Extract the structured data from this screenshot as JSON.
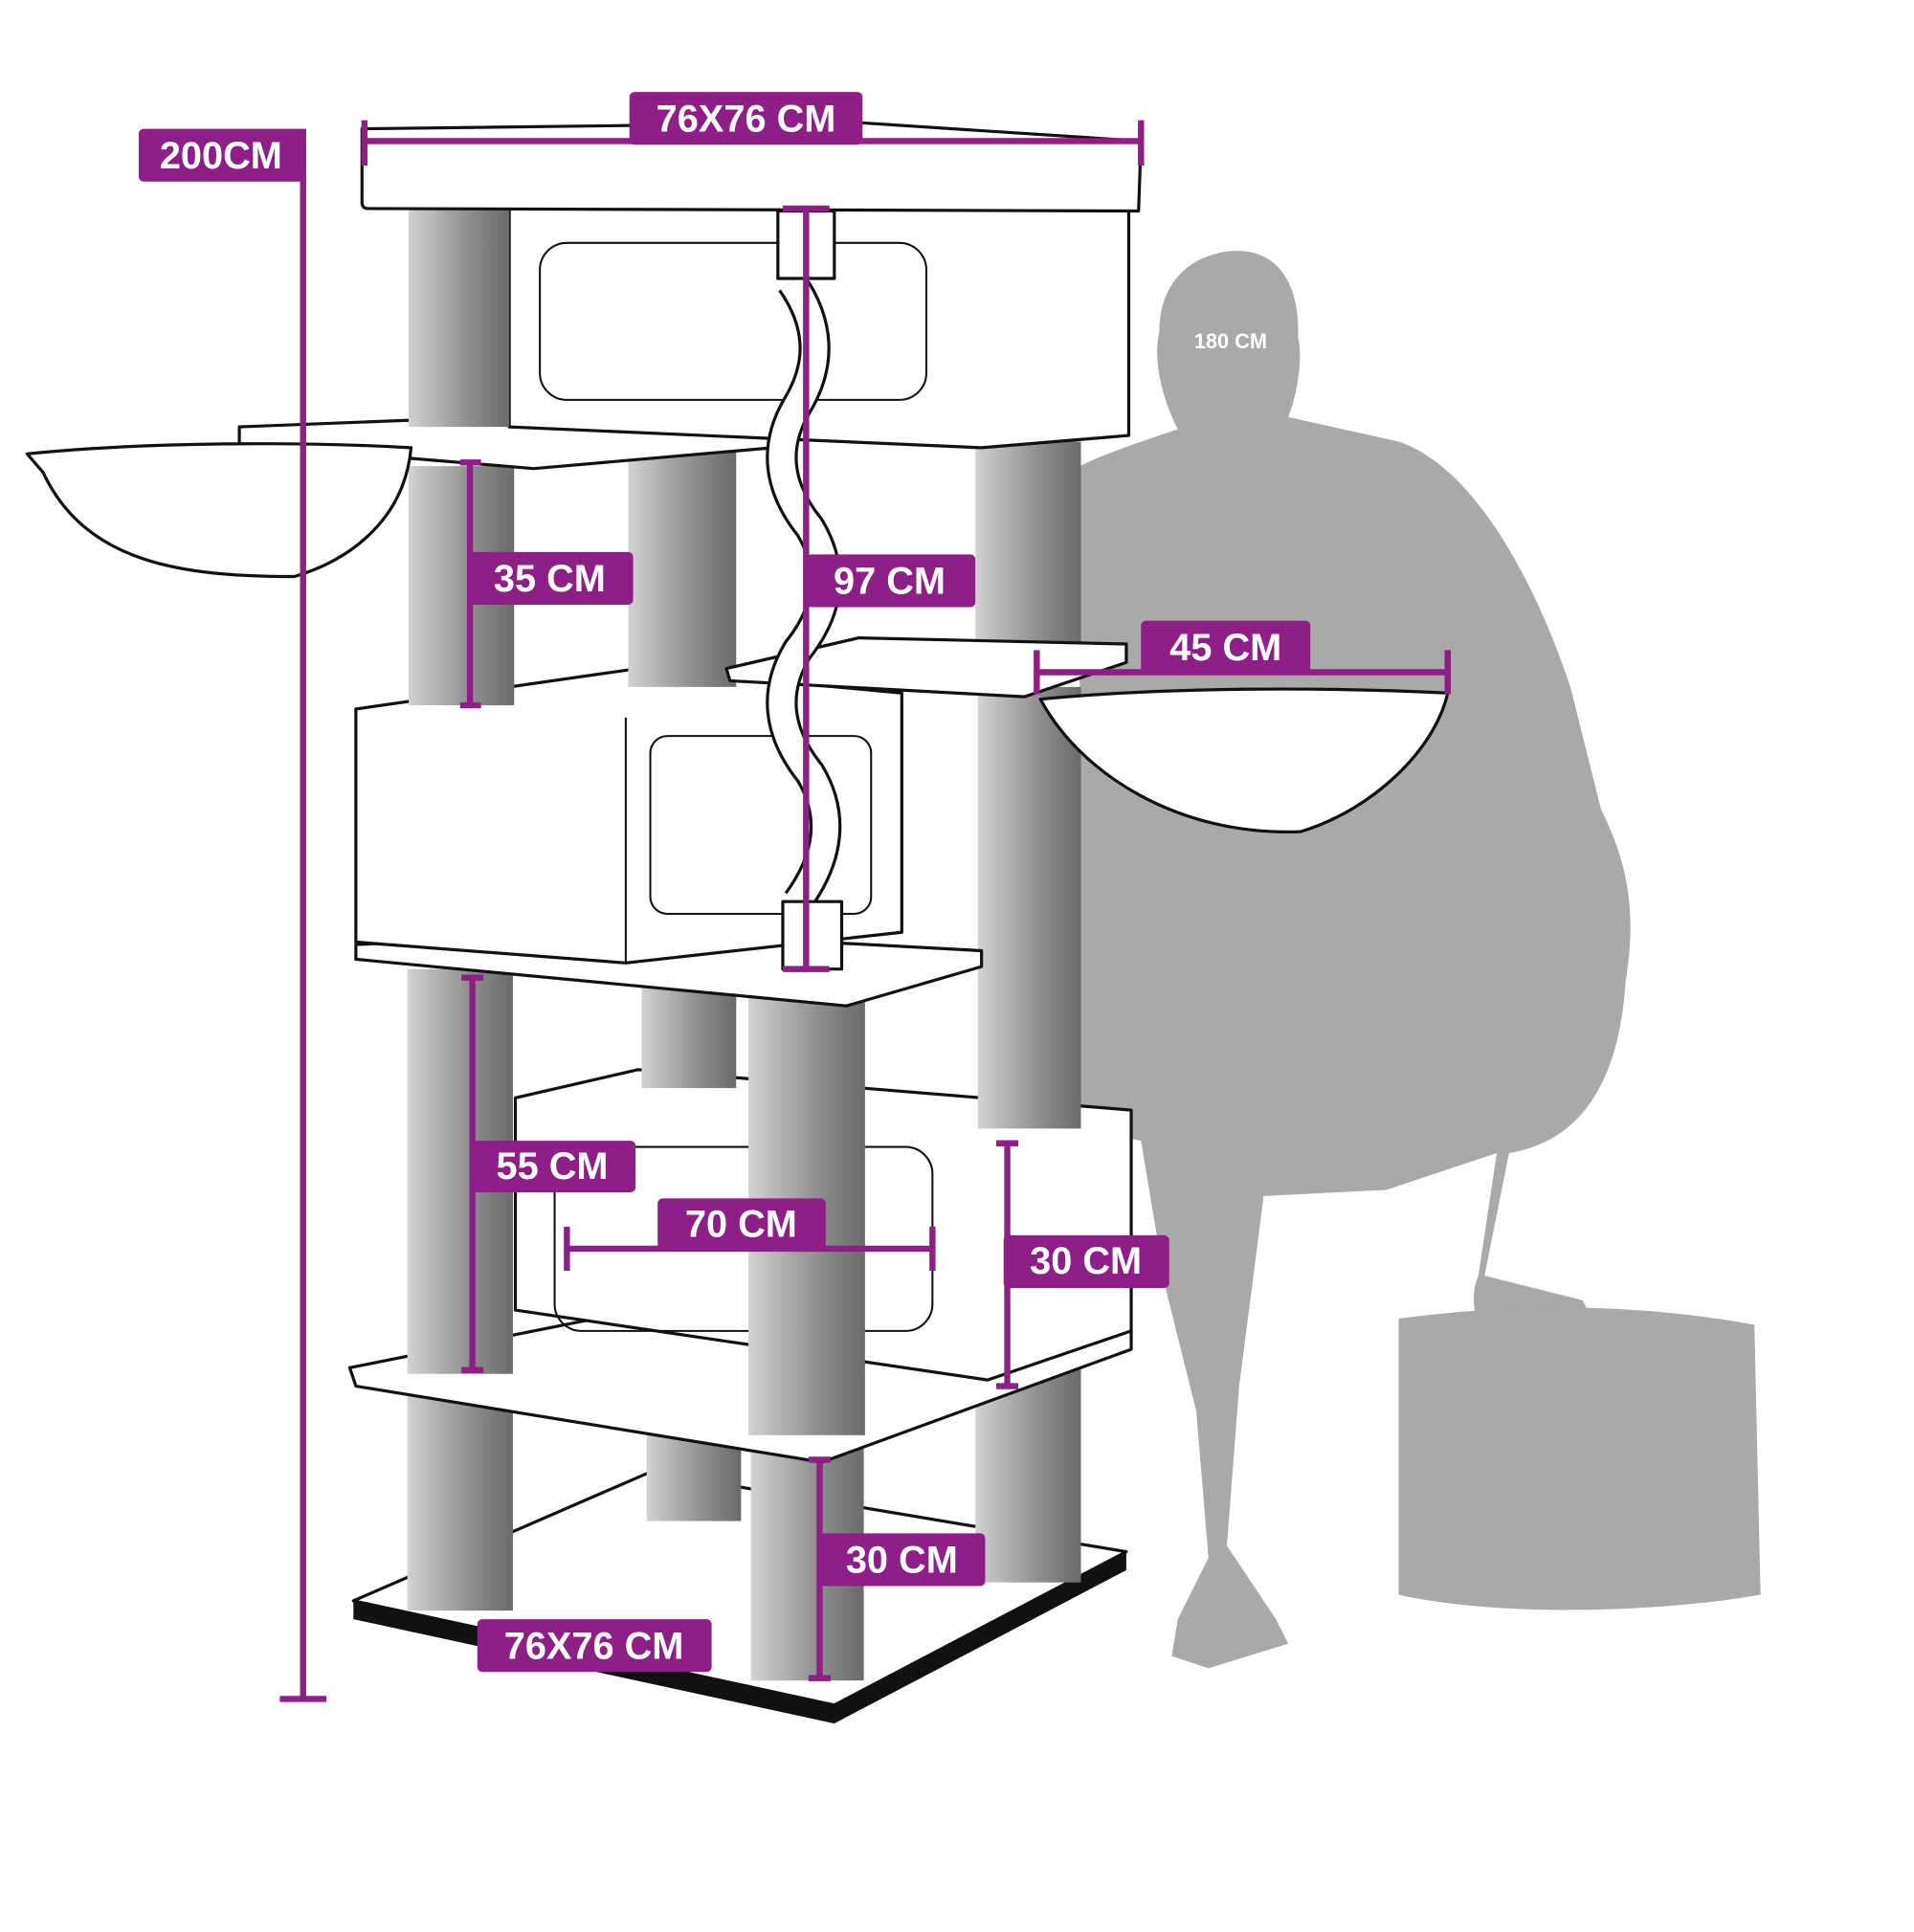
{
  "colors": {
    "accent": "#8e1f86",
    "silhouette": "#a9a9a9"
  },
  "person_height_label": "180 CM",
  "dimensions": {
    "top_platform": "76X76 CM",
    "total_height": "200CM",
    "upper_post_height": "35 CM",
    "rope_length": "97 CM",
    "hammock_width": "45 CM",
    "middle_post_height": "55 CM",
    "bottom_box_width": "70 CM",
    "bottom_box_height": "30 CM",
    "base_post_height": "30 CM",
    "base_platform": "76X76 CM"
  }
}
